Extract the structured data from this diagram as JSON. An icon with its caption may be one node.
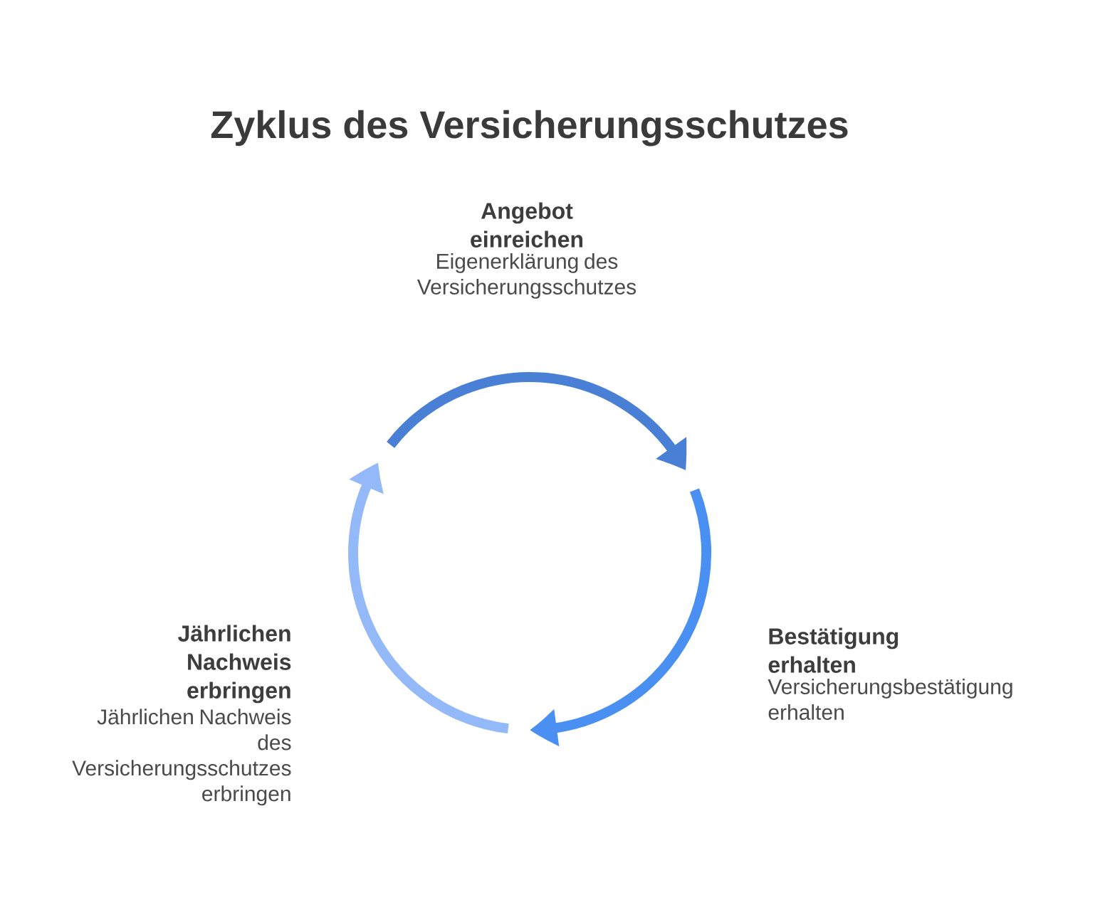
{
  "diagram": {
    "title": "Zyklus des Versicherungsschutzes",
    "nodes": [
      {
        "text": [
          "Angebot einreichen",
          "Eigenerklärung des Versicherungsschutzes"
        ]
      },
      {
        "text": [
          "Bestätigung erhalten",
          "Versicherungsbestätigung erhalten"
        ]
      },
      {
        "text": [
          "Jährlichen Nachweis erbringen",
          "Jährlichen Nachweis des Versicherungsschutzes erbringen"
        ]
      }
    ]
  }
}
